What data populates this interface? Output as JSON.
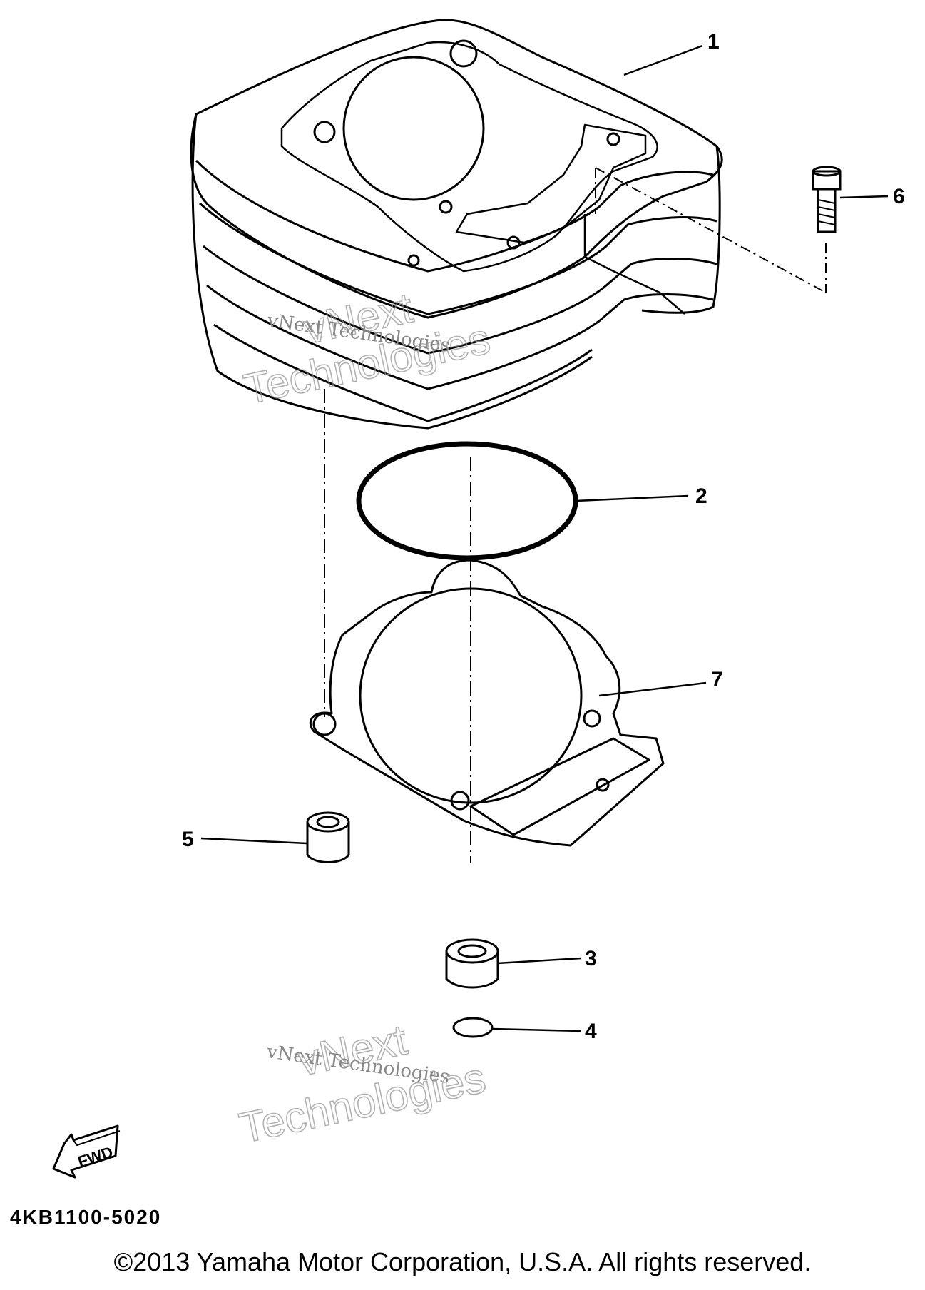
{
  "callouts": {
    "c1": "1",
    "c2": "2",
    "c3": "3",
    "c4": "4",
    "c5": "5",
    "c6": "6",
    "c7": "7"
  },
  "watermarks": {
    "w1_line1": "vNext Technologies",
    "w1_line2": "vNext",
    "w1_line3": "Technologies",
    "w2_line1": "vNext Technologies",
    "w2_line2": "vNext",
    "w2_line3": "Technologies"
  },
  "fwd_label": "FWD",
  "part_code": "4KB1100-5020",
  "copyright": "©2013 Yamaha Motor Corporation, U.S.A. All rights reserved.",
  "colors": {
    "ink": "#000000",
    "watermark": "#999999",
    "background": "#ffffff"
  }
}
